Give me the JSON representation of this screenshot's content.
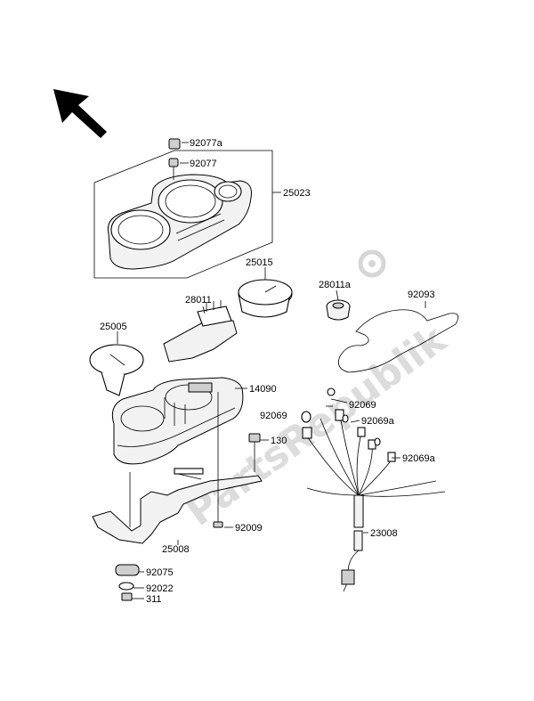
{
  "watermark": {
    "text": "PartsRepublik"
  },
  "parts": {
    "p92077a": "92077a",
    "p92077": "92077",
    "p25023": "25023",
    "p25015": "25015",
    "p28011a": "28011a",
    "p92093": "92093",
    "p28011": "28011",
    "p25005": "25005",
    "p14090": "14090",
    "p92069_1": "92069",
    "p92069_2": "92069",
    "p92069a_1": "92069a",
    "p92069a_2": "92069a",
    "p130": "130",
    "p25008": "25008",
    "p92009": "92009",
    "p23008": "23008",
    "p92075": "92075",
    "p92022": "92022",
    "p311": "311"
  },
  "colors": {
    "line": "#000000",
    "watermark": "#dcdcdc",
    "fill": "#f2f2f2"
  }
}
